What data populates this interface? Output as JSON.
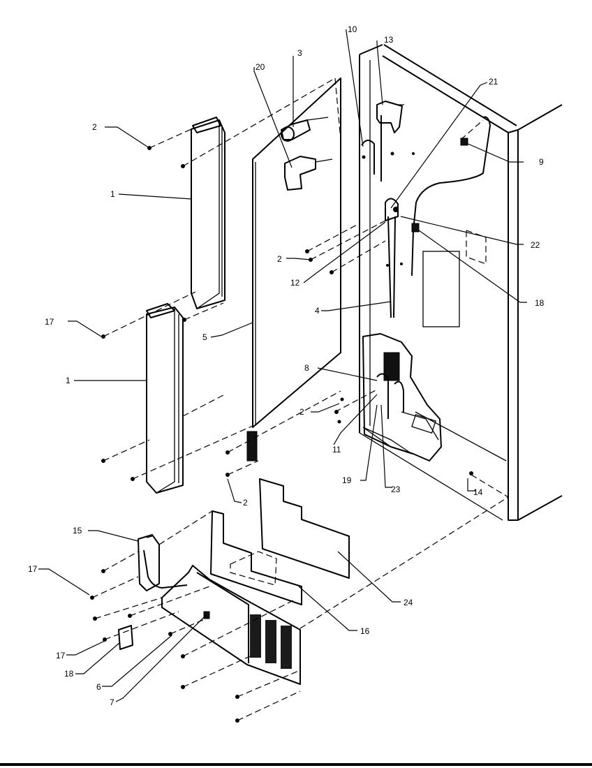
{
  "callouts": {
    "c1": "1",
    "c2": "2",
    "c3": "3",
    "c4": "4",
    "c5": "5",
    "c6": "6",
    "c7": "7",
    "c8": "8",
    "c9": "9",
    "c10": "10",
    "c11": "11",
    "c12": "12",
    "c13": "13",
    "c14": "14",
    "c15": "15",
    "c16": "16",
    "c17": "17",
    "c18": "18",
    "c19": "19",
    "c20": "20",
    "c21": "21",
    "c22": "22",
    "c23": "23",
    "c24": "24"
  }
}
